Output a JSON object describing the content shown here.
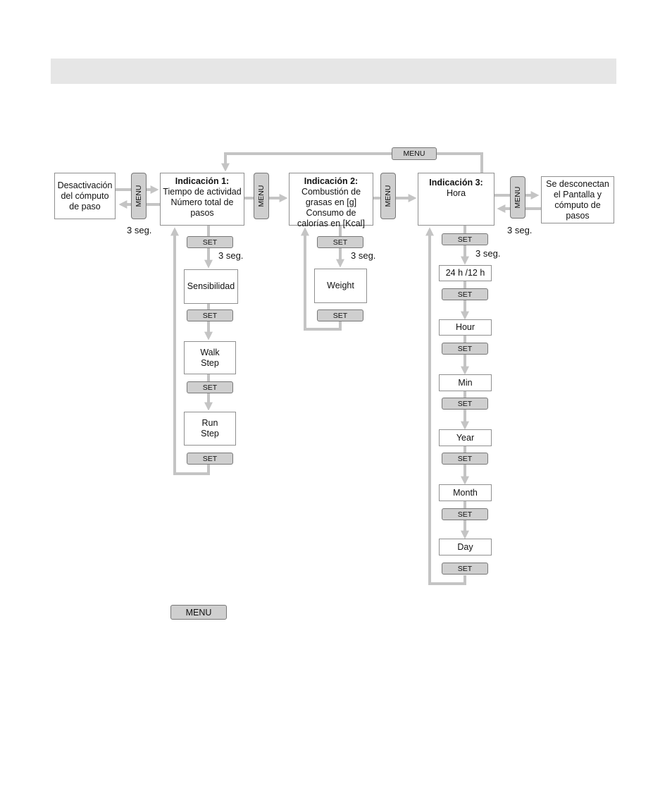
{
  "header_bar": "",
  "buttons": {
    "menu": "MENU",
    "set": "SET"
  },
  "delay": "3 seg.",
  "boxes": {
    "deactivation": [
      "Desactivación",
      "del cómputo",
      "de paso"
    ],
    "ind1": {
      "title": "Indicación 1:",
      "lines": [
        "Tiempo de actividad",
        "Número total de",
        "pasos"
      ]
    },
    "ind2": {
      "title": "Indicación 2:",
      "lines": [
        "Combustión de",
        "grasas en [g]",
        "Consumo de",
        "calorías en [Kcal]"
      ]
    },
    "ind3": {
      "title": "Indicación 3:",
      "lines": [
        "Hora"
      ]
    },
    "disconnect": [
      "Se desconectan",
      "el Pantalla y",
      "cómputo de",
      "pasos"
    ],
    "sensibilidad": "Sensibilidad",
    "walk_step": [
      "Walk",
      "Step"
    ],
    "run_step": [
      "Run",
      "Step"
    ],
    "weight": "Weight",
    "time_settings": [
      "24 h /12 h",
      "Hour",
      "Min",
      "Year",
      "Month",
      "Day"
    ]
  },
  "colors": {
    "arrow": "#c4c4c4",
    "button_fill": "#cfcfcf",
    "header_bar": "#e6e6e6",
    "box_border": "#8f8f8f"
  }
}
